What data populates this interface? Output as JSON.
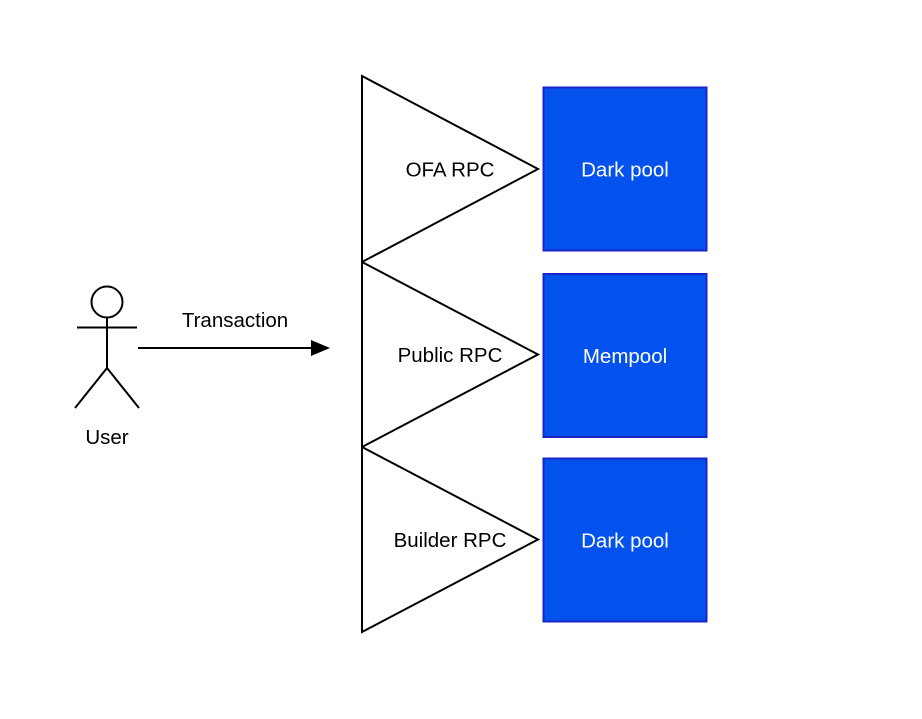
{
  "diagram": {
    "background_color": "#ffffff",
    "line_color": "#000000",
    "actor": {
      "label": "User"
    },
    "arrow": {
      "label": "Transaction"
    },
    "funnels": [
      {
        "label": "OFA RPC"
      },
      {
        "label": "Public RPC"
      },
      {
        "label": "Builder RPC"
      }
    ],
    "pools": [
      {
        "label": "Dark pool",
        "fill": "#0452ee",
        "border": "#1a25c8",
        "text_color": "#ffffff"
      },
      {
        "label": "Mempool",
        "fill": "#0452ee",
        "border": "#1a25c8",
        "text_color": "#ffffff"
      },
      {
        "label": "Dark pool",
        "fill": "#0452ee",
        "border": "#1a25c8",
        "text_color": "#ffffff"
      }
    ]
  }
}
